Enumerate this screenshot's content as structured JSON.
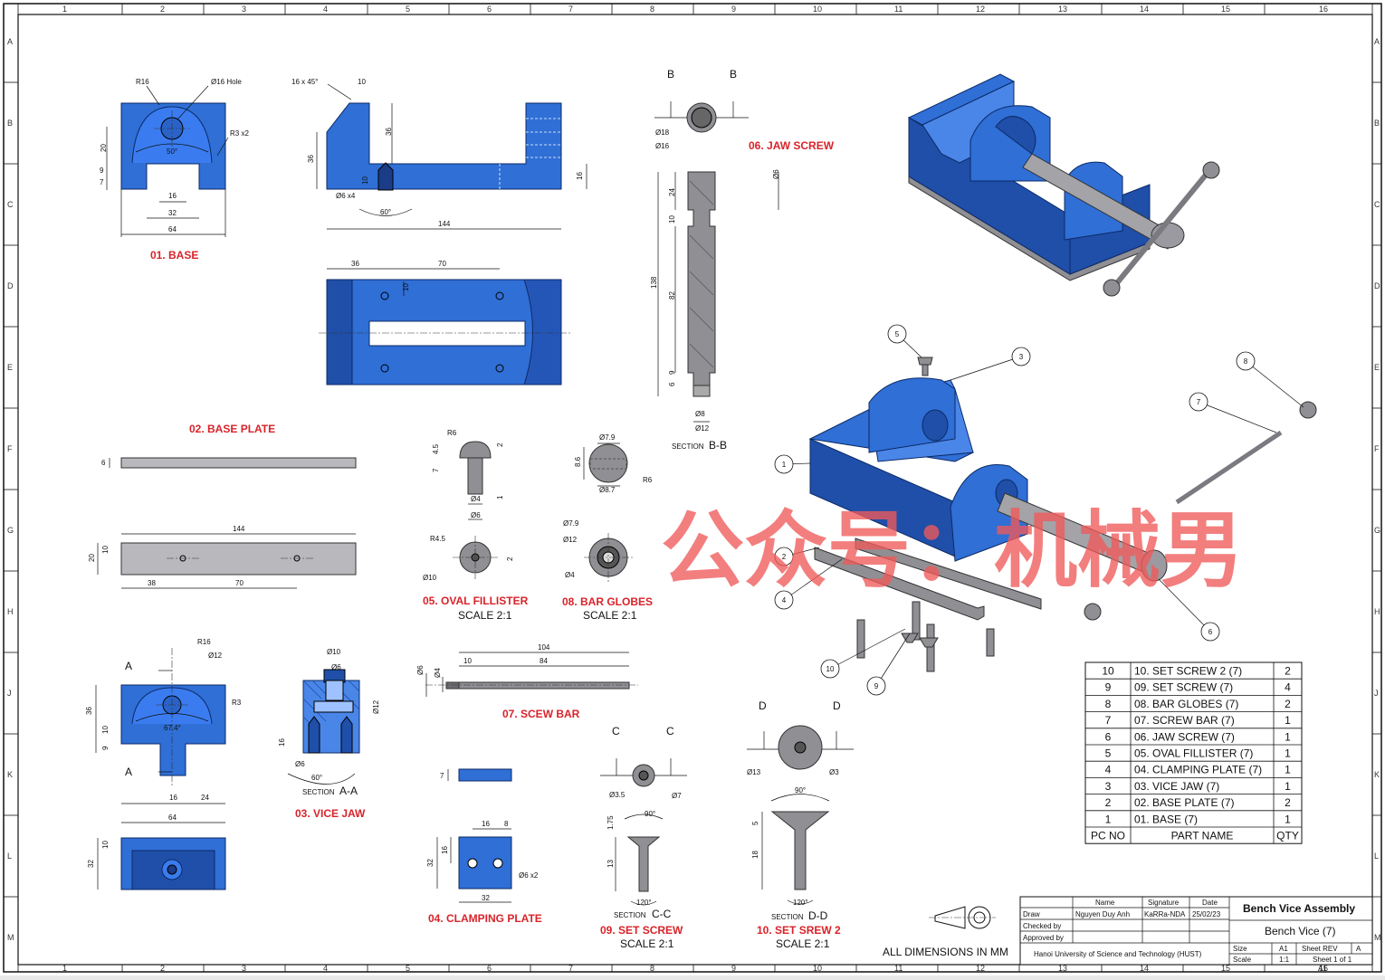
{
  "frame": {
    "cols": [
      "1",
      "2",
      "3",
      "4",
      "5",
      "6",
      "7",
      "8",
      "9",
      "10",
      "11",
      "12",
      "13",
      "14",
      "15",
      "16"
    ],
    "rows": [
      "A",
      "B",
      "C",
      "D",
      "E",
      "F",
      "G",
      "H",
      "J",
      "K",
      "L",
      "M"
    ]
  },
  "views": {
    "base": {
      "title": "01. BASE",
      "dims": [
        "R16",
        "Ø16 Hole",
        "R3 x2",
        "50°",
        "20",
        "9",
        "7",
        "16",
        "32",
        "64"
      ]
    },
    "base_plate": {
      "title": "02. BASE PLATE",
      "dims": [
        "6",
        "144",
        "20",
        "10",
        "38",
        "70"
      ]
    },
    "vice_jaw": {
      "title": "03. VICE JAW",
      "section": "SECTION",
      "section_id": "A-A",
      "cut": "A",
      "dims": [
        "R16",
        "Ø12",
        "R3",
        "36",
        "67.4°",
        "10",
        "9",
        "16",
        "24",
        "64",
        "32",
        "10",
        "Ø10",
        "Ø6",
        "Ø12",
        "16",
        "Ø6",
        "60°"
      ]
    },
    "base_views": {
      "dims": [
        "16 x 45°",
        "10",
        "36",
        "36",
        "10",
        "Ø6 x4",
        "60°",
        "144",
        "16",
        "36",
        "70",
        "10"
      ]
    },
    "clamping_plate": {
      "title": "04. CLAMPING PLATE",
      "dims": [
        "7",
        "16",
        "8",
        "32",
        "16",
        "Ø6 x2",
        "32"
      ]
    },
    "oval_fillister": {
      "title": "05. OVAL FILLISTER",
      "scale": "SCALE 2:1",
      "dims": [
        "R6",
        "4.5",
        "7",
        "2",
        "1",
        "Ø4",
        "Ø6",
        "R4.5",
        "2",
        "Ø10"
      ]
    },
    "jaw_screw": {
      "title": "06. JAW SCREW",
      "section": "SECTION",
      "section_id": "B-B",
      "cut": "B",
      "dims": [
        "Ø18",
        "Ø16",
        "24",
        "Ø6",
        "10",
        "138",
        "82",
        "9",
        "6",
        "Ø8",
        "Ø12"
      ]
    },
    "screw_bar": {
      "title": "07. SCEW BAR",
      "dims": [
        "104",
        "10",
        "84",
        "Ø6",
        "Ø4"
      ]
    },
    "bar_globes": {
      "title": "08. BAR GLOBES",
      "scale": "SCALE 2:1",
      "dims": [
        "Ø7.9",
        "8.6",
        "R6",
        "Ø8.7",
        "Ø7.9",
        "Ø12",
        "Ø4"
      ]
    },
    "set_screw": {
      "title": "09. SET SCREW",
      "scale": "SCALE 2:1",
      "section": "SECTION",
      "section_id": "C-C",
      "cut": "C",
      "dims": [
        "Ø3.5",
        "Ø7",
        "90°",
        "1.75",
        "13",
        "120°"
      ]
    },
    "set_screw2": {
      "title": "10. SET SREW 2",
      "scale": "SCALE 2:1",
      "section": "SECTION",
      "section_id": "D-D",
      "cut": "D",
      "dims": [
        "Ø13",
        "Ø3",
        "90°",
        "5",
        "18",
        "120°"
      ]
    }
  },
  "balloons": [
    "1",
    "2",
    "3",
    "4",
    "5",
    "6",
    "7",
    "8",
    "9",
    "10"
  ],
  "bom": {
    "rows": [
      {
        "no": "10",
        "name": "10. SET SCREW 2 (7)",
        "qty": "2"
      },
      {
        "no": "9",
        "name": "09. SET SCREW (7)",
        "qty": "4"
      },
      {
        "no": "8",
        "name": "08. BAR GLOBES (7)",
        "qty": "2"
      },
      {
        "no": "7",
        "name": "07. SCREW BAR (7)",
        "qty": "1"
      },
      {
        "no": "6",
        "name": "06. JAW SCREW (7)",
        "qty": "1"
      },
      {
        "no": "5",
        "name": "05. OVAL FILLISTER (7)",
        "qty": "1"
      },
      {
        "no": "4",
        "name": "04. CLAMPING PLATE (7)",
        "qty": "1"
      },
      {
        "no": "3",
        "name": "03. VICE JAW (7)",
        "qty": "1"
      },
      {
        "no": "2",
        "name": "02. BASE PLATE (7)",
        "qty": "2"
      },
      {
        "no": "1",
        "name": "01. BASE (7)",
        "qty": "1"
      }
    ],
    "header": {
      "no": "PC NO",
      "name": "PART NAME",
      "qty": "QTY"
    }
  },
  "note": "ALL DIMENSIONS IN MM",
  "title_block": {
    "h_name": "Name",
    "h_signature": "Signature",
    "h_date": "Date",
    "draw": "Draw",
    "name": "Nguyen Duy Anh",
    "signature": "KaRRa-NDA",
    "date": "25/02/23",
    "checked": "Checked by",
    "approved": "Approved by",
    "org": "Hanoi University of Science and Technology (HUST)",
    "title": "Bench Vice Assembly",
    "subtitle": "Bench Vice (7)",
    "size_l": "Size",
    "size": "A1",
    "rev_l": "Sheet REV",
    "rev": "A",
    "scale_l": "Scale",
    "scale": "1:1",
    "sheet": "Sheet 1 of 1",
    "sheet_size": "A1"
  },
  "watermark": "公众号：机械男"
}
